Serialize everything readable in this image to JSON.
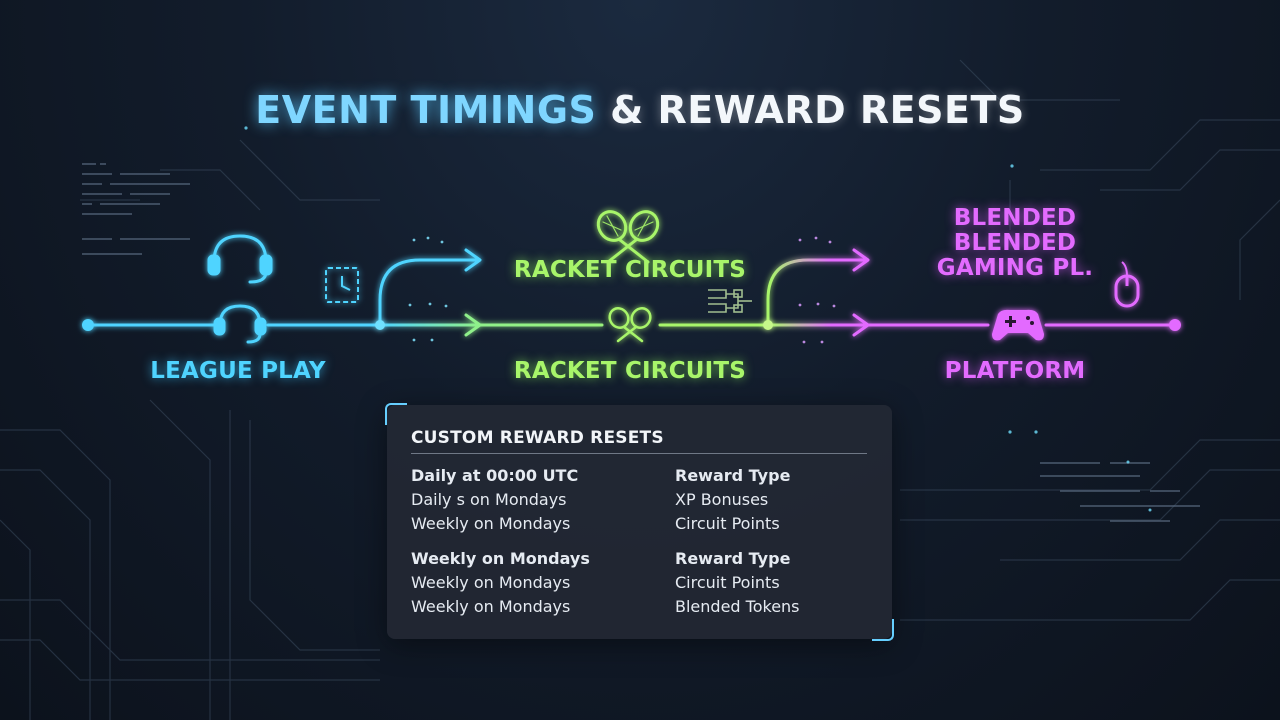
{
  "title": {
    "part1": "EVENT TIMINGS",
    "part2": "& REWARD RESETS"
  },
  "colors": {
    "cyan": "#4fd4ff",
    "green": "#a8f56a",
    "magenta": "#e36bff",
    "panel": "#222834"
  },
  "flow": {
    "league": {
      "label": "LEAGUE PLAY",
      "icons": [
        "headset-icon",
        "headset-icon",
        "clock-icon"
      ]
    },
    "racket": {
      "label_top": "RACKET CIRCUITS",
      "label_bottom": "RACKET CIRCUITS",
      "icons": [
        "crossed-rackets-icon",
        "crossed-rackets-icon",
        "bracket-icon"
      ]
    },
    "blended": {
      "label_lines": [
        "BLENDED",
        "BLENDED",
        "GAMING PL."
      ],
      "label_bottom": "PLATFORM",
      "icons": [
        "mouse-icon",
        "gamepad-icon"
      ]
    }
  },
  "panel": {
    "title": "CUSTOM REWARD RESETS",
    "group1": {
      "left": [
        "Daily at 00:00 UTC",
        "Daily s on Mondays",
        "Weekly on Mondays"
      ],
      "right": [
        "Reward Type",
        "XP Bonuses",
        "Circuit Points"
      ]
    },
    "group2": {
      "left": [
        "Weekly on Mondays",
        "Weekly on Mondays",
        "Weekly on Mondays"
      ],
      "right": [
        "Reward Type",
        "Circuit Points",
        "Blended Tokens"
      ]
    }
  }
}
